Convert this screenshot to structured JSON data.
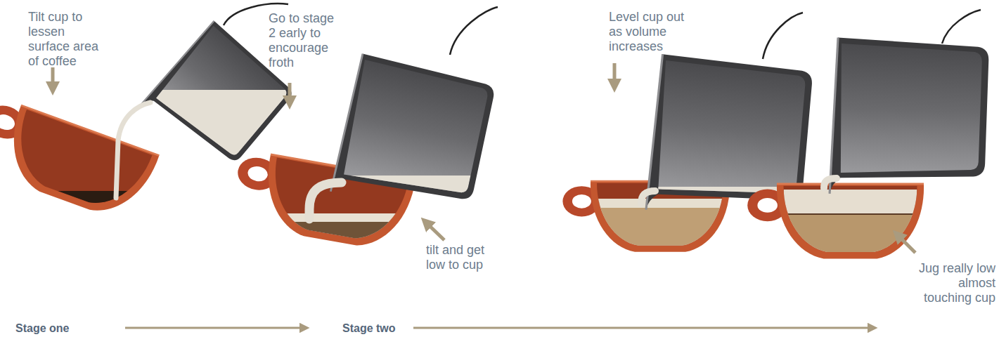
{
  "diagram": {
    "labels": [
      "Tilt cup to lessen surface area of coffee",
      "Go to stage 2 early to encourage froth",
      "tilt and get low to cup",
      "Level cup out as volume increases",
      "Jug really low almost touching cup",
      "Stage one",
      "Stage two"
    ]
  }
}
